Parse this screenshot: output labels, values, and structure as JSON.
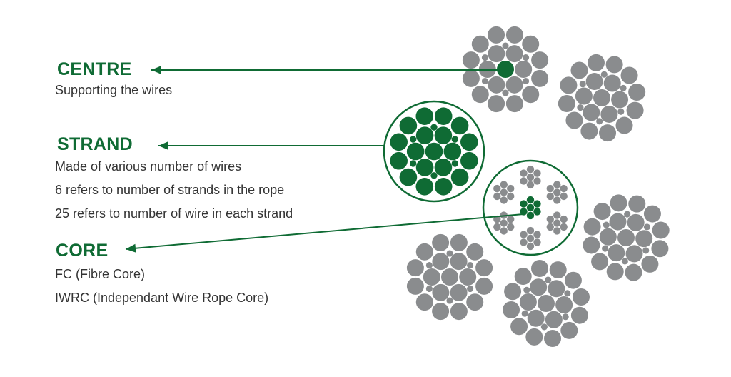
{
  "colors": {
    "green": "#0f6b34",
    "gray": "#8a8c8e"
  },
  "centre": {
    "title": "CENTRE",
    "lines": [
      "Supporting the wires"
    ]
  },
  "strand": {
    "title": "STRAND",
    "lines": [
      "Made of various number of wires",
      "6 refers to number of strands in the rope",
      "25 refers to number of wire in each strand"
    ]
  },
  "core": {
    "title": "CORE",
    "lines": [
      "FC (Fibre Core)",
      "IWRC (Independant Wire Rope Core)"
    ]
  }
}
